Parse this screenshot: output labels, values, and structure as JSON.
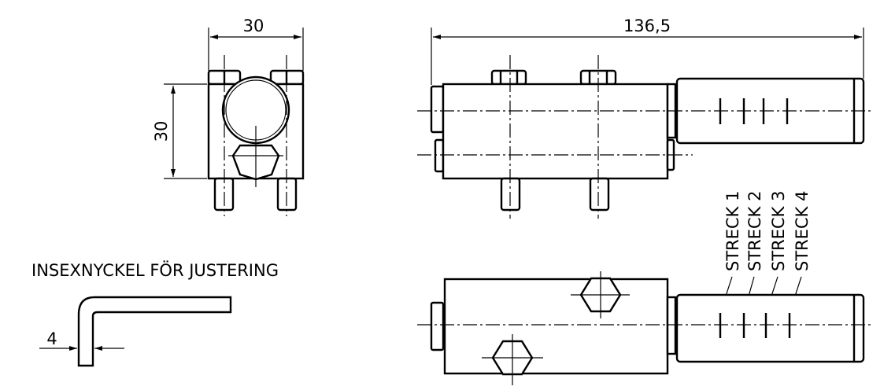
{
  "front_view": {
    "width_dim": "30",
    "height_dim": "30"
  },
  "side_view": {
    "length_dim": "136,5"
  },
  "allen_key": {
    "title": "INSEXNYCKEL FÖR JUSTERING",
    "size_dim": "4"
  },
  "markings": [
    "STRECK 1",
    "STRECK 2",
    "STRECK 3",
    "STRECK 4"
  ]
}
